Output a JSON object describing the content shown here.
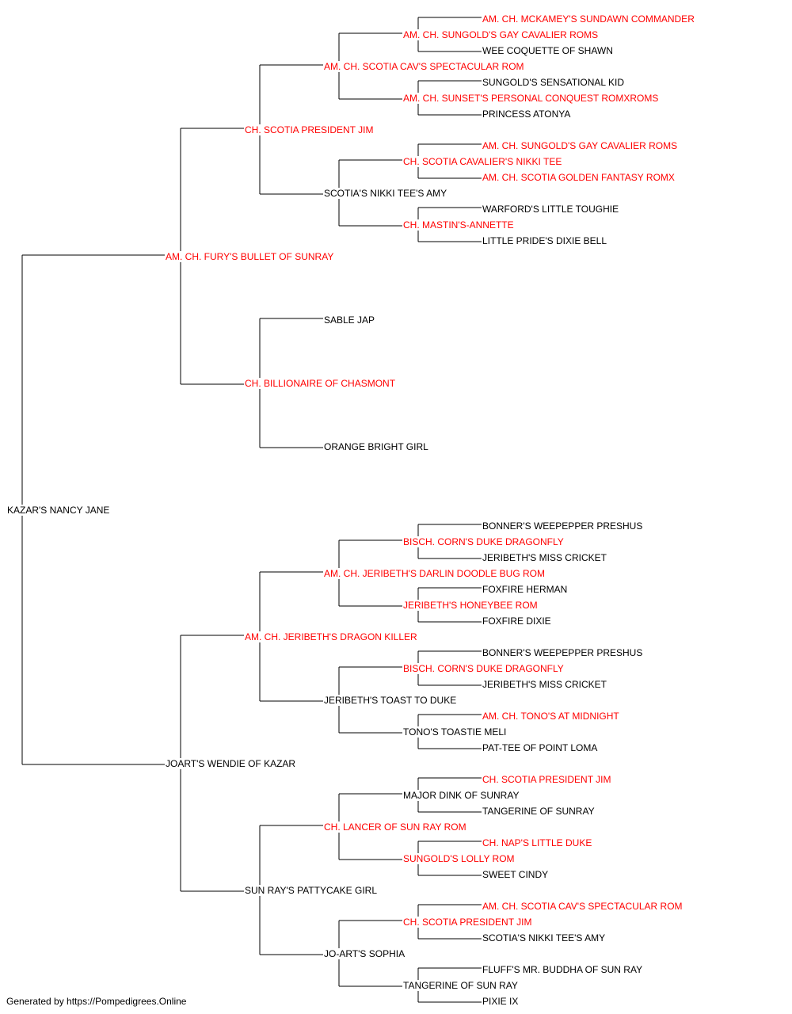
{
  "colors": {
    "champion": "#ff0000",
    "default": "#000000",
    "line": "#000000"
  },
  "pedigree": {
    "name": "KAZAR'S NANCY JANE",
    "champion": false,
    "sire": {
      "name": "AM. CH. FURY'S BULLET OF SUNRAY",
      "champion": true,
      "sire": {
        "name": "CH. SCOTIA PRESIDENT JIM",
        "champion": true,
        "sire": {
          "name": "AM. CH. SCOTIA CAV'S SPECTACULAR ROM",
          "champion": true,
          "sire": {
            "name": "AM. CH. SUNGOLD'S GAY CAVALIER ROMS",
            "champion": true,
            "sire": {
              "name": "AM. CH. MCKAMEY'S SUNDAWN COMMANDER",
              "champion": true
            },
            "dam": {
              "name": "WEE COQUETTE OF SHAWN",
              "champion": false
            }
          },
          "dam": {
            "name": "AM. CH. SUNSET'S PERSONAL CONQUEST ROMXROMS",
            "champion": true,
            "sire": {
              "name": "SUNGOLD'S SENSATIONAL KID",
              "champion": false
            },
            "dam": {
              "name": "PRINCESS ATONYA",
              "champion": false
            }
          }
        },
        "dam": {
          "name": "SCOTIA'S NIKKI TEE'S AMY",
          "champion": false,
          "sire": {
            "name": "CH. SCOTIA CAVALIER'S NIKKI TEE",
            "champion": true,
            "sire": {
              "name": "AM. CH. SUNGOLD'S GAY CAVALIER ROMS",
              "champion": true
            },
            "dam": {
              "name": "AM. CH. SCOTIA GOLDEN FANTASY ROMX",
              "champion": true
            }
          },
          "dam": {
            "name": "CH. MASTIN'S-ANNETTE",
            "champion": true,
            "sire": {
              "name": "WARFORD'S LITTLE TOUGHIE",
              "champion": false
            },
            "dam": {
              "name": "LITTLE PRIDE'S DIXIE BELL",
              "champion": false
            }
          }
        }
      },
      "dam": {
        "name": "CH. BILLIONAIRE OF CHASMONT",
        "champion": true,
        "sire": {
          "name": "SABLE JAP",
          "champion": false
        },
        "dam": {
          "name": "ORANGE BRIGHT GIRL",
          "champion": false
        }
      }
    },
    "dam": {
      "name": "JOART'S WENDIE OF KAZAR",
      "champion": false,
      "sire": {
        "name": "AM. CH. JERIBETH'S DRAGON KILLER",
        "champion": true,
        "sire": {
          "name": "AM. CH. JERIBETH'S DARLIN DOODLE BUG ROM",
          "champion": true,
          "sire": {
            "name": "BISCH. CORN'S DUKE DRAGONFLY",
            "champion": true,
            "sire": {
              "name": "BONNER'S WEEPEPPER PRESHUS",
              "champion": false
            },
            "dam": {
              "name": "JERIBETH'S MISS CRICKET",
              "champion": false
            }
          },
          "dam": {
            "name": "JERIBETH'S HONEYBEE ROM",
            "champion": true,
            "sire": {
              "name": "FOXFIRE HERMAN",
              "champion": false
            },
            "dam": {
              "name": "FOXFIRE DIXIE",
              "champion": false
            }
          }
        },
        "dam": {
          "name": "JERIBETH'S TOAST TO DUKE",
          "champion": false,
          "sire": {
            "name": "BISCH. CORN'S DUKE DRAGONFLY",
            "champion": true,
            "sire": {
              "name": "BONNER'S WEEPEPPER PRESHUS",
              "champion": false
            },
            "dam": {
              "name": "JERIBETH'S MISS CRICKET",
              "champion": false
            }
          },
          "dam": {
            "name": "TONO'S TOASTIE MELI",
            "champion": false,
            "sire": {
              "name": "AM. CH. TONO'S AT MIDNIGHT",
              "champion": true
            },
            "dam": {
              "name": "PAT-TEE OF POINT LOMA",
              "champion": false
            }
          }
        }
      },
      "dam": {
        "name": "SUN RAY'S PATTYCAKE GIRL",
        "champion": false,
        "sire": {
          "name": "CH. LANCER OF SUN RAY ROM",
          "champion": true,
          "sire": {
            "name": "MAJOR DINK OF SUNRAY",
            "champion": false,
            "sire": {
              "name": "CH. SCOTIA PRESIDENT JIM",
              "champion": true
            },
            "dam": {
              "name": "TANGERINE OF SUNRAY",
              "champion": false
            }
          },
          "dam": {
            "name": "SUNGOLD'S LOLLY ROM",
            "champion": true,
            "sire": {
              "name": "CH. NAP'S LITTLE DUKE",
              "champion": true
            },
            "dam": {
              "name": "SWEET CINDY",
              "champion": false
            }
          }
        },
        "dam": {
          "name": "JO-ART'S SOPHIA",
          "champion": false,
          "sire": {
            "name": "CH. SCOTIA PRESIDENT JIM",
            "champion": true,
            "sire": {
              "name": "AM. CH. SCOTIA CAV'S SPECTACULAR ROM",
              "champion": true
            },
            "dam": {
              "name": "SCOTIA'S NIKKI TEE'S AMY",
              "champion": false
            }
          },
          "dam": {
            "name": "TANGERINE OF SUN RAY",
            "champion": false,
            "sire": {
              "name": "FLUFF'S MR. BUDDHA OF SUN RAY",
              "champion": false
            },
            "dam": {
              "name": "PIXIE IX",
              "champion": false
            }
          }
        }
      }
    }
  },
  "footer": "Generated by https://Pompedigrees.Online"
}
